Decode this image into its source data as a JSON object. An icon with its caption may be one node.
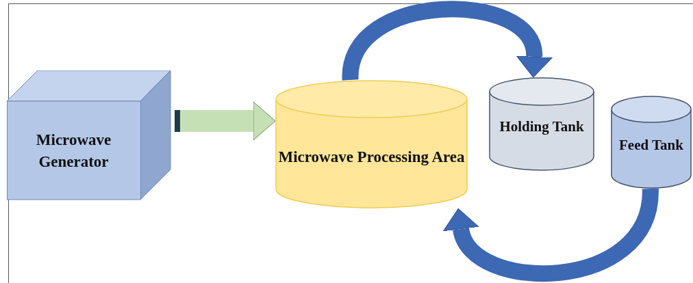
{
  "diagram": {
    "nodes": [
      {
        "text": [
          "Microwave Generator"
        ]
      },
      {
        "text": [
          "Microwave Processing Area"
        ]
      },
      {
        "text": [
          "Holding Tank"
        ]
      },
      {
        "text": [
          "Feed Tank"
        ]
      }
    ],
    "edges": [
      {
        "from": 0,
        "to": 1,
        "arrow": "to",
        "color": "#c5e0b4"
      },
      {
        "from": 1,
        "to": 2,
        "arrow": "to"
      },
      {
        "from": 3,
        "to": 1,
        "arrow": "to"
      }
    ]
  }
}
